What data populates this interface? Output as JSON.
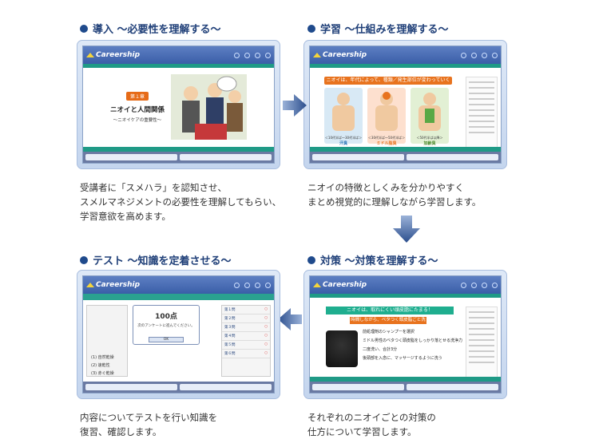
{
  "app": {
    "logo": "Careership"
  },
  "sections": [
    {
      "id": "intro",
      "title": "導入 〜必要性を理解する〜",
      "description": "受講者に「スメハラ」を認知させ、\nスメルマネジメントの必要性を理解してもらい、\n学習意欲を高めます。",
      "screen": {
        "chapter_badge": "第１章",
        "chapter_title": "ニオイと人間関係",
        "chapter_sub": "〜ニオイケアの重要性〜"
      }
    },
    {
      "id": "learning",
      "title": "学習 〜仕組みを理解する〜",
      "description": "ニオイの特徴としくみを分かりやすく\nまとめ視覚的に理解しながら学習します。",
      "screen": {
        "banner": "ニオイは、年代によって、種類／発生部位が変わっていく",
        "cards": [
          {
            "caption": "＜10代半ば〜30代半ば＞",
            "label": "汗臭"
          },
          {
            "caption": "＜30代半ば〜50代半ば＞",
            "label": "ミドル脂臭"
          },
          {
            "caption": "＜50代半ば以降＞",
            "label": "加齢臭"
          }
        ]
      }
    },
    {
      "id": "test",
      "title": "テスト 〜知識を定着させる〜",
      "description": "内容についてテストを行い知識を\n復習、確認します。",
      "screen": {
        "score": "100点",
        "score_note": "次のアンケートに進んでください。",
        "ok_label": "OK",
        "answers": [
          "第１問",
          "第２問",
          "第３問",
          "第４問",
          "第５問",
          "第６問"
        ],
        "choices": [
          "(1) 自然乾燥",
          "(2) 速乾性",
          "(3) 赤ぐ乾燥"
        ]
      }
    },
    {
      "id": "measures",
      "title": "対策 〜対策を理解する〜",
      "description": "それぞれのニオイごとの対策の\n仕方について学習します。",
      "screen": {
        "title": "ニオイは、取れにくい頭皮脂にたまる！",
        "subtitle": "時間しながら、ベタつく頭皮脂ごと洗浄",
        "steps": [
          "前処理剤のシャンプーを選択",
          "ミドル男性のベタつく頭皮脂をしっかり落とせる洗浄力",
          "二度洗い、合計3分",
          "後頭部を入念に、マッサージするように洗う"
        ]
      }
    }
  ]
}
